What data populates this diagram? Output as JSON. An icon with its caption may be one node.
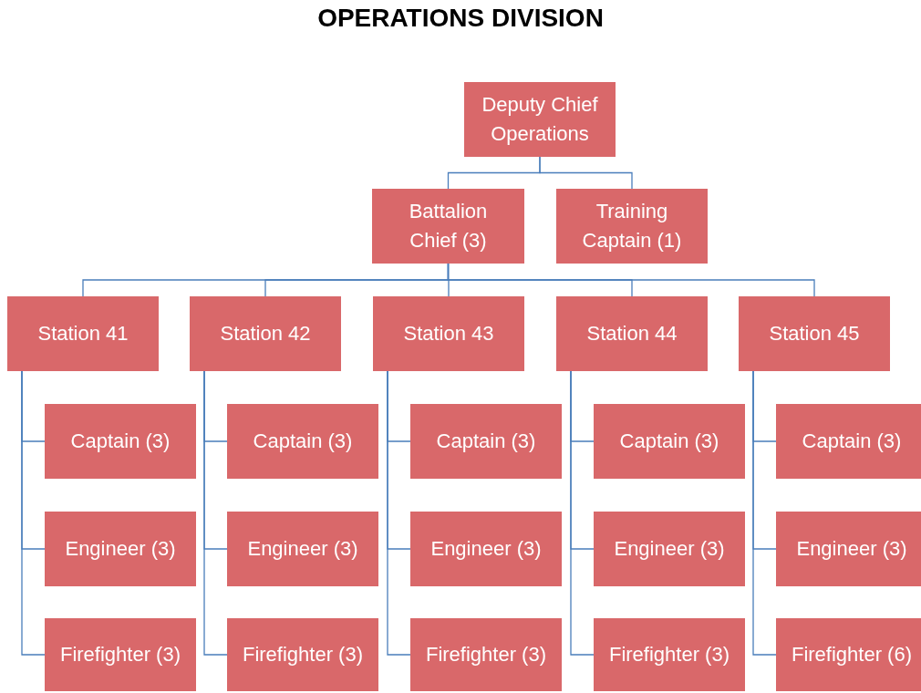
{
  "diagram": {
    "title": "OPERATIONS DIVISION",
    "nodes": [
      {
        "text": [
          "Deputy Chief Operations"
        ]
      },
      {
        "text": [
          "Battalion Chief (3)"
        ]
      },
      {
        "text": [
          "Training Captain (1)"
        ]
      },
      {
        "text": [
          "Station 41"
        ]
      },
      {
        "text": [
          "Station 42"
        ]
      },
      {
        "text": [
          "Station 43"
        ]
      },
      {
        "text": [
          "Station 44"
        ]
      },
      {
        "text": [
          "Station 45"
        ]
      },
      {
        "text": [
          "Captain (3)"
        ]
      },
      {
        "text": [
          "Engineer (3)"
        ]
      },
      {
        "text": [
          "Firefighter (3)"
        ]
      },
      {
        "text": [
          "Captain (3)"
        ]
      },
      {
        "text": [
          "Engineer (3)"
        ]
      },
      {
        "text": [
          "Firefighter (3)"
        ]
      },
      {
        "text": [
          "Captain (3)"
        ]
      },
      {
        "text": [
          "Engineer (3)"
        ]
      },
      {
        "text": [
          "Firefighter (3)"
        ]
      },
      {
        "text": [
          "Captain (3)"
        ]
      },
      {
        "text": [
          "Engineer (3)"
        ]
      },
      {
        "text": [
          "Firefighter (3)"
        ]
      },
      {
        "text": [
          "Captain (3)"
        ]
      },
      {
        "text": [
          "Engineer (3)"
        ]
      },
      {
        "text": [
          "Firefighter (6)"
        ]
      }
    ],
    "edges": [
      {
        "from": 0,
        "to": 1,
        "arrow": "none"
      },
      {
        "from": 0,
        "to": 2,
        "arrow": "none"
      },
      {
        "from": 1,
        "to": 3,
        "arrow": "none"
      },
      {
        "from": 1,
        "to": 4,
        "arrow": "none"
      },
      {
        "from": 1,
        "to": 5,
        "arrow": "none"
      },
      {
        "from": 1,
        "to": 6,
        "arrow": "none"
      },
      {
        "from": 1,
        "to": 7,
        "arrow": "none"
      },
      {
        "from": 3,
        "to": 8,
        "arrow": "none"
      },
      {
        "from": 3,
        "to": 9,
        "arrow": "none"
      },
      {
        "from": 3,
        "to": 10,
        "arrow": "none"
      },
      {
        "from": 4,
        "to": 11,
        "arrow": "none"
      },
      {
        "from": 4,
        "to": 12,
        "arrow": "none"
      },
      {
        "from": 4,
        "to": 13,
        "arrow": "none"
      },
      {
        "from": 5,
        "to": 14,
        "arrow": "none"
      },
      {
        "from": 5,
        "to": 15,
        "arrow": "none"
      },
      {
        "from": 5,
        "to": 16,
        "arrow": "none"
      },
      {
        "from": 6,
        "to": 17,
        "arrow": "none"
      },
      {
        "from": 6,
        "to": 18,
        "arrow": "none"
      },
      {
        "from": 6,
        "to": 19,
        "arrow": "none"
      },
      {
        "from": 7,
        "to": 20,
        "arrow": "none"
      },
      {
        "from": 7,
        "to": 21,
        "arrow": "none"
      },
      {
        "from": 7,
        "to": 22,
        "arrow": "none"
      }
    ]
  }
}
